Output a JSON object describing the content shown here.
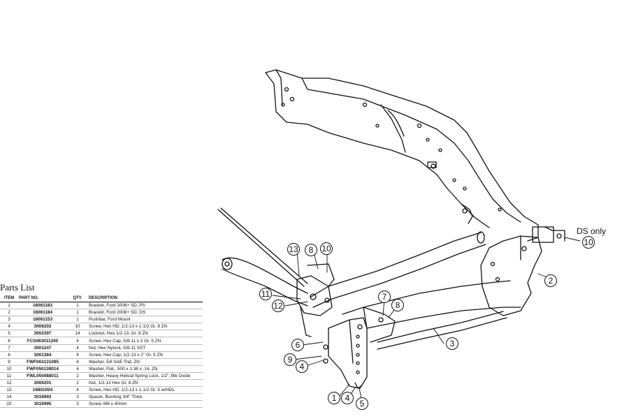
{
  "diagram": {
    "callouts": [
      "13",
      "8",
      "10",
      "11",
      "12",
      "7",
      "8",
      "6",
      "9",
      "4",
      "3",
      "2",
      "1",
      "4",
      "5",
      "10"
    ],
    "ds_only_label": "DS only"
  },
  "parts_list": {
    "title": "Parts List",
    "headers": [
      "ITEM",
      "PART NO.",
      "QTY.",
      "DESCRIPTION"
    ],
    "rows": [
      [
        "1",
        "16061183",
        "1",
        "Bracket, Ford 2008+ SD, PS"
      ],
      [
        "2",
        "16061184",
        "1",
        "Bracekt, Ford 2008+ SD, DS"
      ],
      [
        "3",
        "16061153",
        "1",
        "Pushbar, Ford Mount"
      ],
      [
        "4",
        "3006202",
        "10",
        "Screw, Hex HD, 1/2-13 x 1-1/2 Gr. 8 ZN"
      ],
      [
        "5",
        "3002397",
        "14",
        "Locknut, Hex 1/2-13, Gr. 8 ZN"
      ],
      [
        "6",
        "FCS063011200",
        "4",
        "Screw, Hex Cap, 5/8-11 x 2 Gr. 5 ZN"
      ],
      [
        "7",
        "3001247",
        "4",
        "Nut, Hex Nylock, 5/8-11 SST"
      ],
      [
        "8",
        "3001384",
        "4",
        "Screw, Hex Cap, 1/2-13 x 2\" Gr. 5 ZN"
      ],
      [
        "9",
        "FWF063131095",
        "4",
        "Washer, 5/8 SAE Flat, ZN"
      ],
      [
        "10",
        "FWF050138014",
        "4",
        "Washer, Flat, .500 x 1.38 x .14, ZN"
      ],
      [
        "11",
        "FWL050088011",
        "2",
        "Washer, Heavy Helical Spring Lock, 1/2\", Blk Oxide"
      ],
      [
        "12",
        "3006201",
        "2",
        "Nut, 1/2-13 Hex Gr. 8 ZN"
      ],
      [
        "13",
        "16801004",
        "4",
        "Screw, Hex HD, 1/2-13 x 1-1/2 Gr. 5 w/HDL"
      ],
      [
        "14",
        "3016993",
        "3",
        "Spacer, Bushing 3/4\" Thick"
      ],
      [
        "15",
        "3016995",
        "3",
        "Screw, M8 x 40mm"
      ]
    ]
  }
}
